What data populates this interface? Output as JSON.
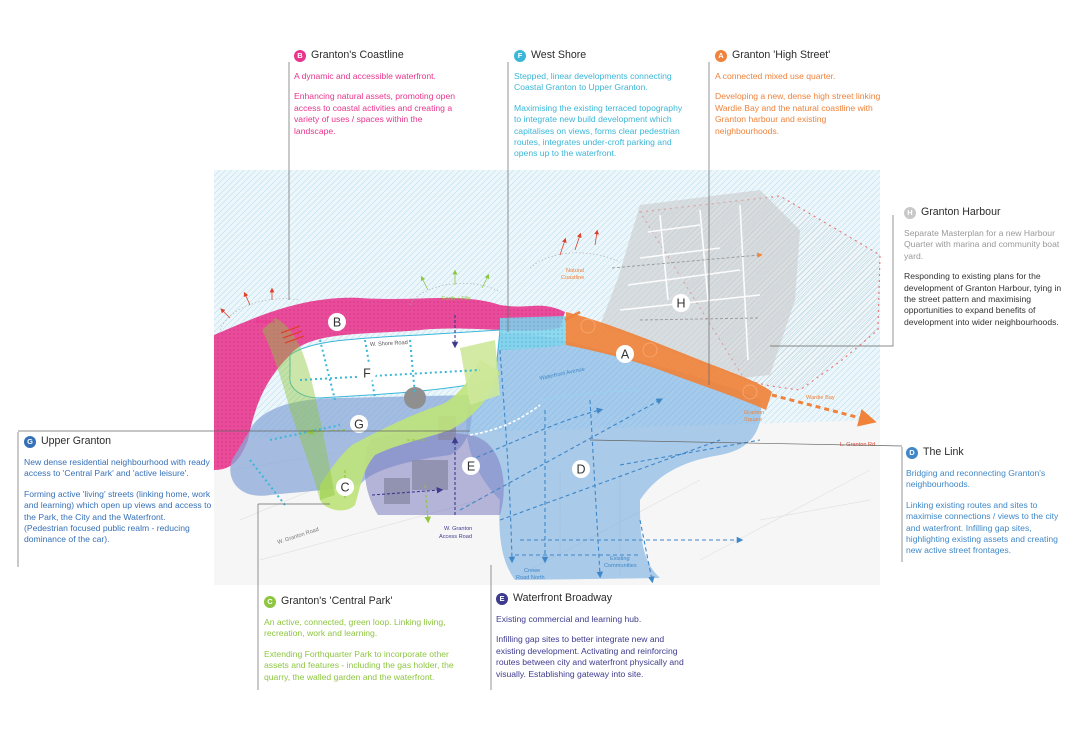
{
  "colors": {
    "coastline": "#e8348c",
    "west_shore": "#3ab6d8",
    "high_street": "#f0823a",
    "harbour": "#b3b3b3",
    "upper_granton": "#3570b8",
    "central_park": "#8dc63f",
    "waterfront_broadway": "#3e3b8f",
    "the_link": "#3f87c8",
    "sea_hatch": "#c9e6f2"
  },
  "panels": {
    "b": {
      "letter": "B",
      "title": "Granton's Coastline",
      "p1": "A dynamic and accessible waterfront.",
      "p2": "Enhancing natural assets, promoting open access to coastal activities and creating a variety of uses / spaces within the landscape."
    },
    "f": {
      "letter": "F",
      "title": "West Shore",
      "p1": "Stepped, linear developments connecting Coastal Granton to Upper Granton.",
      "p2": "Maximising the existing terraced topography to integrate new build development which capitalises on views, forms clear pedestrian routes, integrates under-croft parking and opens up to the waterfront."
    },
    "a": {
      "letter": "A",
      "title": "Granton 'High Street'",
      "p1": "A connected mixed use quarter.",
      "p2": "Developing a new, dense high street linking Wardie Bay and the natural coastline with Granton harbour and existing neighbourhoods."
    },
    "h": {
      "letter": "H",
      "title": "Granton Harbour",
      "p1": "Separate Masterplan for a new Harbour Quarter with marina and community boat yard.",
      "p2": "Responding to existing plans for the development of Granton Harbour, tying in the street pattern and maximising opportunities to expand benefits of development into wider neighbourhoods."
    },
    "g": {
      "letter": "G",
      "title": "Upper Granton",
      "p1": "New dense residential neighbourhood with ready access to 'Central Park' and 'active leisure'.",
      "p2": "Forming active 'living' streets (linking home, work and learning) which open up views and access to the Park, the City and the Waterfront.",
      "p3": "(Pedestrian focused public realm - reducing dominance of the car)."
    },
    "d": {
      "letter": "D",
      "title": "The Link",
      "p1": "Bridging and reconnecting Granton's neighbourhoods.",
      "p2": "Linking existing routes and sites to maximise connections / views to the city and waterfront. Infilling gap sites, highlighting existing assets and creating new active street frontages."
    },
    "c": {
      "letter": "C",
      "title": "Granton's 'Central Park'",
      "p1": "An active, connected,  green loop. Linking living, recreation, work and learning.",
      "p2": "Extending Forthquarter Park to incorporate other assets and features - including the gas holder, the quarry, the walled garden and the waterfront."
    },
    "e": {
      "letter": "E",
      "title": "Waterfront Broadway",
      "p1": "Existing commercial and learning hub.",
      "p2": "Infilling gap sites to better integrate new and existing development. Activating and reinforcing routes between city and waterfront physically and visually. Establishing gateway into site."
    }
  },
  "map_labels": {
    "bridges": "Bridges",
    "forth_fife": "Forth + Fife",
    "natural_coastline": [
      "Natural",
      "Coastline"
    ],
    "w_shore_road": "W. Shore Road",
    "wardie_bay": "Wardie Bay",
    "granton_square": [
      "Granton",
      "Square"
    ],
    "l_granton_rd": "L. Granton Rd",
    "w_granton_road": "W. Granton Road",
    "w_granton_access": [
      "W. Granton",
      "Access Road"
    ],
    "crewe_road_north": [
      "Crewe",
      "Road North"
    ],
    "existing_communities": [
      "Existing",
      "Communities"
    ],
    "waterfront_avenue": "Waterfront Avenue"
  },
  "zones": [
    "A",
    "B",
    "C",
    "D",
    "E",
    "F",
    "G",
    "H"
  ]
}
